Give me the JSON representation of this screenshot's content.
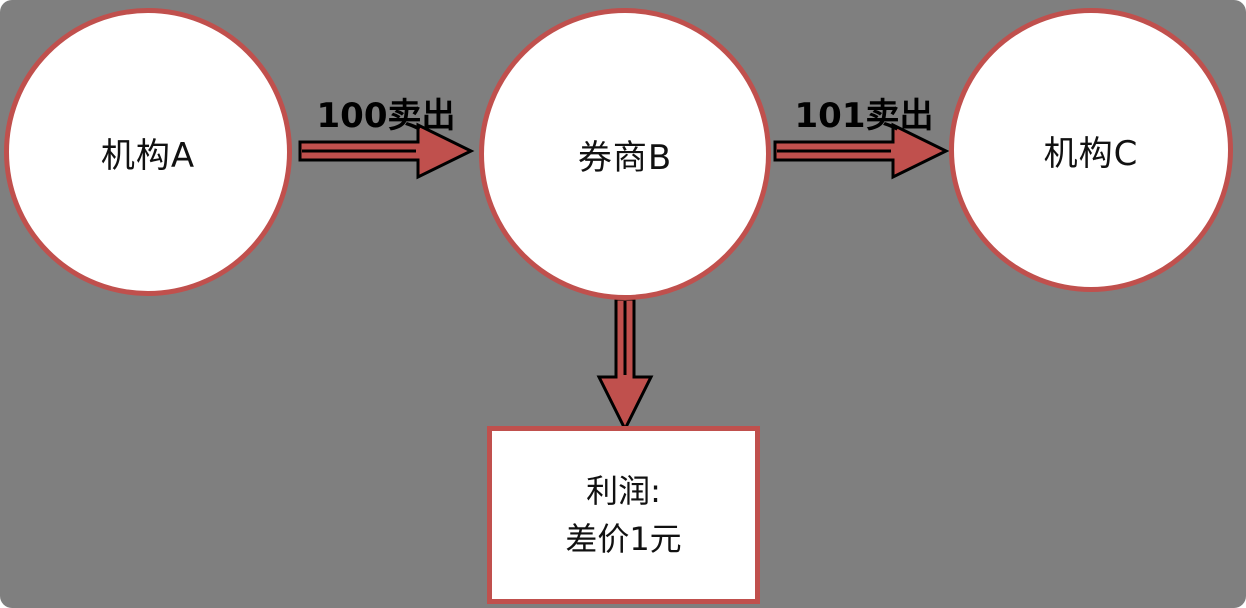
{
  "diagram": {
    "title": "brokerage price-spread flow diagram",
    "colors": {
      "background": "#7f7f7f",
      "node_fill": "#ffffff",
      "node_border": "#c0504d",
      "arrow_fill": "#c0504d",
      "arrow_outline": "#000000",
      "text": "#000000"
    },
    "nodes": {
      "a": {
        "label": "机构A"
      },
      "b": {
        "label": "券商B"
      },
      "c": {
        "label": "机构C"
      }
    },
    "edges": {
      "ab": {
        "label": "100卖出",
        "from": "机构A",
        "to": "券商B"
      },
      "bc": {
        "label": "101卖出",
        "from": "券商B",
        "to": "机构C"
      },
      "b_profit": {
        "label": "",
        "from": "券商B",
        "to": "profit-box"
      }
    },
    "profit_box": {
      "line1": "利润:",
      "line2": "差价1元"
    }
  }
}
